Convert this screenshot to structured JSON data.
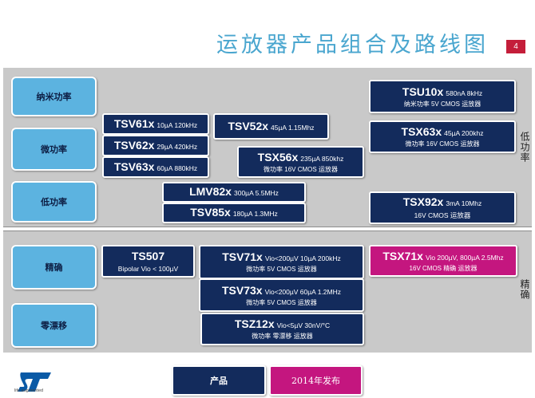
{
  "title": "运放器产品组合及路线图",
  "page_number": "4",
  "categories": {
    "nano": "纳米功率",
    "micro": "微功率",
    "low": "低功率",
    "precision": "精确",
    "zero_drift": "零漂移"
  },
  "side_labels": {
    "top": "低功率",
    "bottom": "精确"
  },
  "products": {
    "tsu10x": {
      "name": "TSU10x",
      "spec": "580nA 8kHz",
      "line2": "纳米功率 5V CMOS 运放器"
    },
    "tsv61x": {
      "name": "TSV61x",
      "spec": "10µA 120kHz"
    },
    "tsv62x": {
      "name": "TSV62x",
      "spec": "29µA 420kHz"
    },
    "tsv63x": {
      "name": "TSV63x",
      "spec": "60µA 880kHz"
    },
    "tsv52x": {
      "name": "TSV52x",
      "spec": "45µA 1.15Mhz"
    },
    "tsx56x": {
      "name": "TSX56x",
      "spec": "235µA 850khz",
      "line2": "微功率 16V CMOS 运放器"
    },
    "tsx63x": {
      "name": "TSX63x",
      "spec": "45µA 200khz",
      "line2": "微功率 16V CMOS 运放器"
    },
    "lmv82x": {
      "name": "LMV82x",
      "spec": "300µA 5.5MHz"
    },
    "tsv85x": {
      "name": "TSV85x",
      "spec": "180µA 1.3MHz"
    },
    "tsx92x": {
      "name": "TSX92x",
      "spec": "3mA 10Mhz",
      "line2": "16V CMOS 运放器"
    },
    "ts507": {
      "name": "TS507",
      "line2": "Bipolar Vio < 100µV"
    },
    "tsv71x": {
      "name": "TSV71x",
      "spec": "Vio<200µV 10µA 200kHz",
      "line2": "微功率 5V CMOS 运放器"
    },
    "tsx71x": {
      "name": "TSX71x",
      "spec": "Vio 200µV, 800µA 2.5Mhz",
      "line2": "16V CMOS 精确 运放器"
    },
    "tsv73x": {
      "name": "TSV73x",
      "spec": "Vio<200µV 60µA 1.2MHz",
      "line2": "微功率 5V CMOS 运放器"
    },
    "tsz12x": {
      "name": "TSZ12x",
      "spec": "Vio<5µV 30nV/°C",
      "line2": "微功率 零漂移 运放器"
    }
  },
  "legend": {
    "product": "产品",
    "release_2014": "2014年发布"
  },
  "logo_tagline": "life.augmented",
  "colors": {
    "product_bg": "#132b5c",
    "new_2014_bg": "#c4167f",
    "category_bg": "#5cb3e0",
    "title": "#4aa6cf",
    "page_badge": "#c41e3a"
  }
}
